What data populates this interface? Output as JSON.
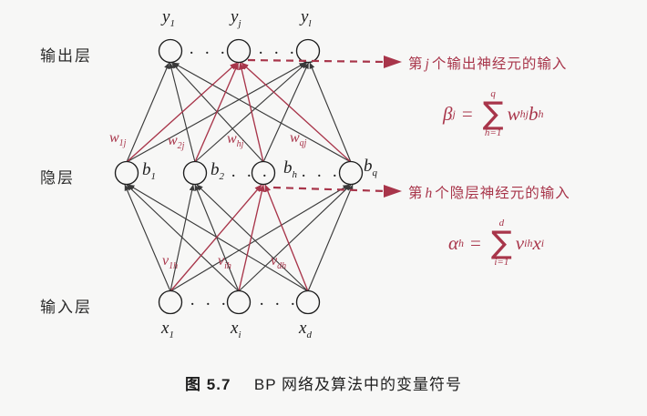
{
  "figure": {
    "caption_prefix": "图",
    "caption_number": "5.7",
    "caption_text": "BP 网络及算法中的变量符号",
    "background": "#f7f7f6",
    "accent_red": "#a8354a",
    "line_black": "#3a3a3a"
  },
  "layers": {
    "output_label": "输出层",
    "hidden_label": "隐层",
    "input_label": "输入层"
  },
  "output_nodes": [
    {
      "base": "y",
      "sub": "1"
    },
    {
      "base": "y",
      "sub": "j"
    },
    {
      "base": "y",
      "sub": "l"
    }
  ],
  "hidden_nodes": [
    {
      "base": "b",
      "sub": "1"
    },
    {
      "base": "b",
      "sub": "2"
    },
    {
      "base": "b",
      "sub": "h"
    },
    {
      "base": "b",
      "sub": "q"
    }
  ],
  "input_nodes": [
    {
      "base": "x",
      "sub": "1"
    },
    {
      "base": "x",
      "sub": "i"
    },
    {
      "base": "x",
      "sub": "d"
    }
  ],
  "hidden_to_output_weights": [
    {
      "base": "w",
      "sub": "1j"
    },
    {
      "base": "w",
      "sub": "2j"
    },
    {
      "base": "w",
      "sub": "hj"
    },
    {
      "base": "w",
      "sub": "qj"
    }
  ],
  "input_to_hidden_weights": [
    {
      "base": "v",
      "sub": "1h"
    },
    {
      "base": "v",
      "sub": "ih"
    },
    {
      "base": "v",
      "sub": "dh"
    }
  ],
  "ellipses": {
    "output_left": "· · ·",
    "output_right": "· · ·",
    "hidden_mid": "· · ·",
    "hidden_right": "· · ·",
    "input_left": "· · ·",
    "input_right": "· · ·"
  },
  "annotations": [
    {
      "id": "output-neuron-input",
      "prefix": "第",
      "symbol": "j",
      "suffix": "个输出神经元的输入",
      "formula": {
        "lhs_base": "β",
        "lhs_sub": "j",
        "eq": "=",
        "sum_upper": "q",
        "sum_lower": "h=1",
        "term1_base": "w",
        "term1_sub": "hj",
        "term2_base": "b",
        "term2_sub": "h"
      }
    },
    {
      "id": "hidden-neuron-input",
      "prefix": "第",
      "symbol": "h",
      "suffix": "个隐层神经元的输入",
      "formula": {
        "lhs_base": "α",
        "lhs_sub": "h",
        "eq": "=",
        "sum_upper": "d",
        "sum_lower": "i=1",
        "term1_base": "v",
        "term1_sub": "ih",
        "term2_base": "x",
        "term2_sub": "i"
      }
    }
  ]
}
